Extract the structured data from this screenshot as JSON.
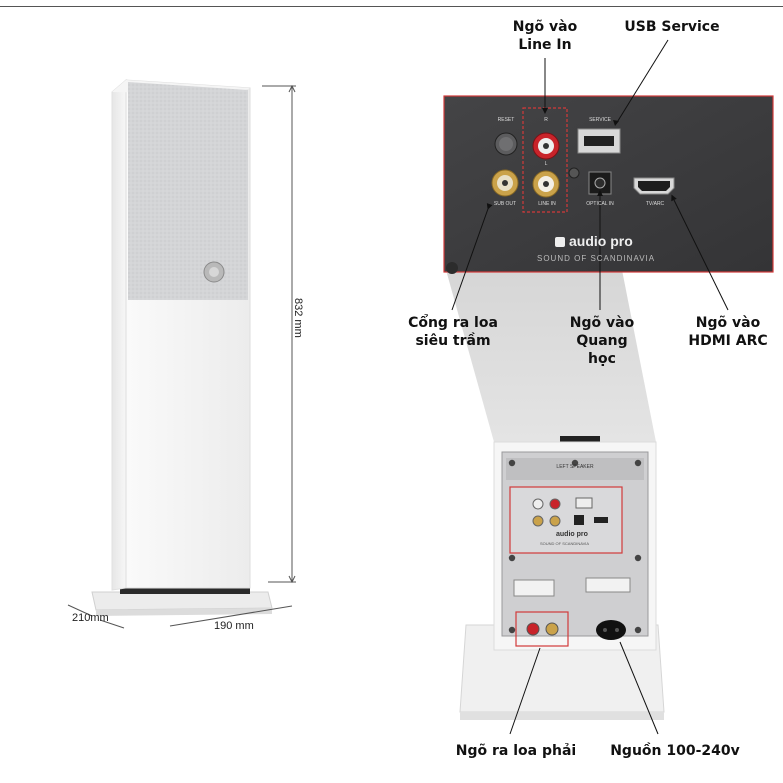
{
  "dimensions": {
    "height": "832 mm",
    "depth": "210mm",
    "width": "190 mm"
  },
  "panel_labels": {
    "reset": "RESET",
    "r": "R",
    "l": "L",
    "service": "SERVICE",
    "sub_out": "SUB OUT",
    "line_in": "LINE IN",
    "optical_in": "OPTICAL IN",
    "tv_arc": "TV/ARC"
  },
  "brand": {
    "name": "audio pro",
    "slogan": "SOUND OF SCANDINAVIA"
  },
  "speaker_back": {
    "header": "LEFT SPEAKER"
  },
  "callouts": {
    "line_in": "Ngõ vào\nLine In",
    "usb_service": "USB Service",
    "sub_out": "Cổng ra loa\nsiêu trầm",
    "optical": "Ngõ vào\nQuang học",
    "hdmi": "Ngõ vào\nHDMI ARC",
    "right_speaker_out": "Ngõ ra loa phải",
    "power": "Nguồn 100-240v"
  },
  "colors": {
    "panel_dark": "#3a3a3c",
    "highlight_red": "#d23a3a",
    "rca_red": "#c8232a",
    "rca_gold": "#caa24a",
    "speaker_white": "#f2f2f2",
    "fabric_grey": "#cfd0d2"
  }
}
